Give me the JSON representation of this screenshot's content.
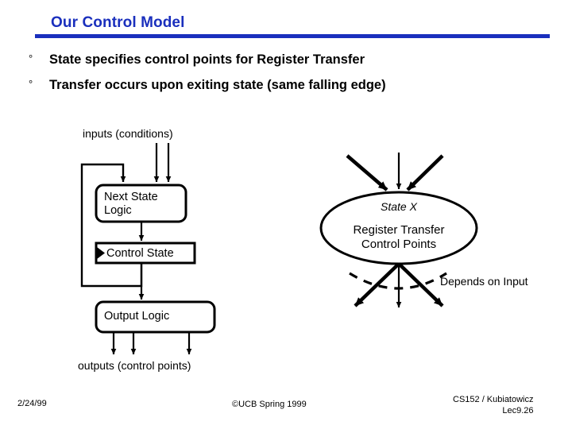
{
  "slide": {
    "title": "Our Control Model",
    "accent_color": "#1a2fbd",
    "text_color": "#000000",
    "background": "#ffffff"
  },
  "bullets": [
    {
      "marker": "°",
      "text": "State specifies control points for Register Transfer"
    },
    {
      "marker": "°",
      "text": "Transfer occurs upon exiting state (same falling edge)"
    }
  ],
  "diagram": {
    "inputs_label": "inputs (conditions)",
    "outputs_label": "outputs (control points)",
    "boxes": [
      {
        "id": "next-state-logic",
        "line1": "Next State",
        "line2": "Logic"
      },
      {
        "id": "control-state",
        "label": "Control State"
      },
      {
        "id": "output-logic",
        "label": "Output Logic"
      }
    ],
    "state_bubble": {
      "title": "State X",
      "line1": "Register Transfer",
      "line2": "Control Points"
    },
    "annotation": "Depends on Input"
  },
  "footer": {
    "date": "2/24/99",
    "copyright": "©UCB Spring 1999",
    "course": "CS152 / Kubiatowicz",
    "lecture": "Lec9.26"
  }
}
